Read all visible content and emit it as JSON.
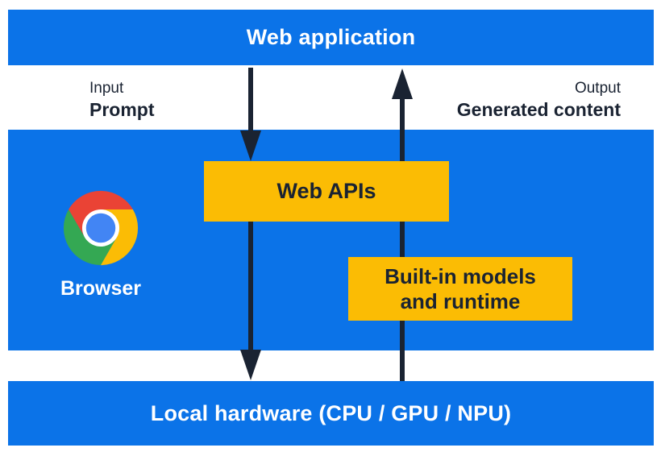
{
  "colors": {
    "blue": "#0b73e8",
    "yellow": "#fbbc04",
    "navy": "#1a2332",
    "white": "#ffffff",
    "chrome_red": "#ea4335",
    "chrome_green": "#34a853",
    "chrome_yellow": "#fbbc05",
    "chrome_blue": "#4285f4"
  },
  "top_bar": {
    "label": "Web application"
  },
  "flow_labels": {
    "input_title": "Input",
    "input_value": "Prompt",
    "output_title": "Output",
    "output_value": "Generated content"
  },
  "browser_section": {
    "icon": "chrome-icon",
    "browser_label": "Browser",
    "web_apis_label": "Web APIs",
    "builtin_line1": "Built-in models",
    "builtin_line2": "and runtime"
  },
  "bottom_bar": {
    "label": "Local hardware (CPU / GPU / NPU)"
  }
}
